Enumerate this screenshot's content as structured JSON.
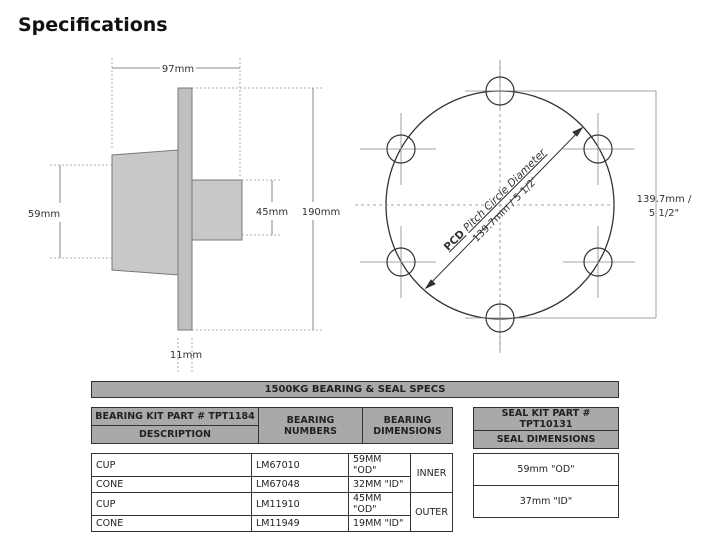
{
  "title": "Specifications",
  "hub": {
    "length": "97mm",
    "cone_od": "59mm",
    "stub_od": "45mm",
    "flange_od": "190mm",
    "flange_thickness": "11mm"
  },
  "pcd": {
    "label_bold": "PCD",
    "label_rest": "Pitch Circle Diameter",
    "diag_value": "139.7mm / 5 1/2'",
    "side_line1": "139.7mm /",
    "side_line2": "5 1/2\""
  },
  "specs": {
    "title": "1500KG BEARING & SEAL SPECS",
    "bearing_kit": "BEARING KIT PART # TPT1184",
    "description": "DESCRIPTION",
    "bearing_numbers": "BEARING NUMBERS",
    "bearing_dimensions": "BEARING DIMENSIONS",
    "seal_kit": "SEAL KIT PART # TPT10131",
    "seal_dimensions": "SEAL DIMENSIONS",
    "rows": [
      {
        "desc": "CUP",
        "number": "LM67010",
        "dim": "59MM \"OD\""
      },
      {
        "desc": "CONE",
        "number": "LM67048",
        "dim": "32MM \"ID\""
      },
      {
        "desc": "CUP",
        "number": "LM11910",
        "dim": "45MM \"OD\""
      },
      {
        "desc": "CONE",
        "number": "LM11949",
        "dim": "19MM \"ID\""
      }
    ],
    "groups": [
      "INNER",
      "OUTER"
    ],
    "seals": [
      "59mm \"OD\"",
      "37mm \"ID\""
    ]
  }
}
